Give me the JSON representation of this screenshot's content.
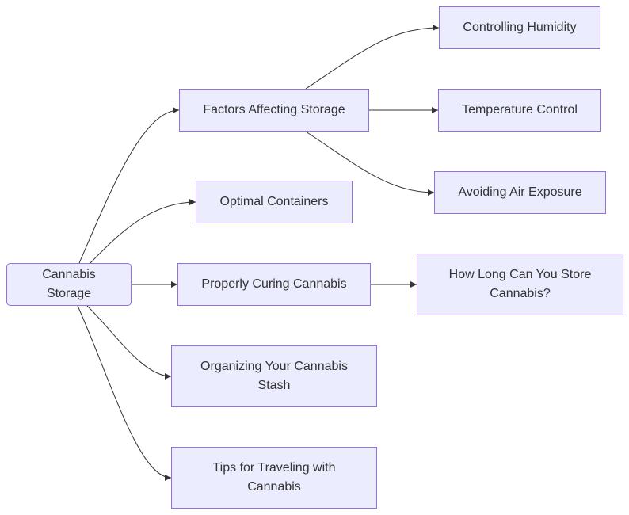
{
  "diagram": {
    "root": "Cannabis Storage",
    "nodes": {
      "factors": "Factors Affecting Storage",
      "containers": "Optimal Containers",
      "curing": "Properly Curing Cannabis",
      "organizing": "Organizing Your Cannabis Stash",
      "traveling": "Tips for Traveling with Cannabis",
      "humidity": "Controlling Humidity",
      "temperature": "Temperature Control",
      "air": "Avoiding Air Exposure",
      "how_long": "How Long Can You Store Cannabis?"
    },
    "edges": [
      [
        "root",
        "factors"
      ],
      [
        "root",
        "containers"
      ],
      [
        "root",
        "curing"
      ],
      [
        "root",
        "organizing"
      ],
      [
        "root",
        "traveling"
      ],
      [
        "factors",
        "humidity"
      ],
      [
        "factors",
        "temperature"
      ],
      [
        "factors",
        "air"
      ],
      [
        "curing",
        "how_long"
      ]
    ],
    "colors": {
      "node_fill": "#ececff",
      "node_border": "#9370db",
      "edge": "#333333",
      "text": "#333333"
    }
  }
}
